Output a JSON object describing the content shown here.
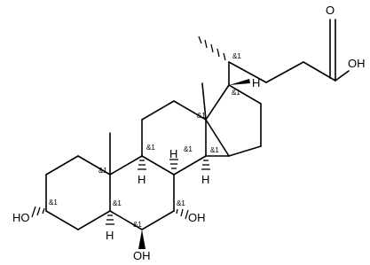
{
  "atoms": {
    "carbonyl_oxygen": "O",
    "acid_oh": "OH",
    "oh_3": "HO",
    "oh_7": "OH",
    "oh_6": "OH",
    "h_17": "H",
    "h_8": "H",
    "h_9": "H",
    "h_14": "H",
    "h_5": "H"
  },
  "stereo_labels": {
    "c20": "&1",
    "c17": "&1",
    "c13": "&1",
    "c10": "&1",
    "c9": "&1",
    "c8": "&1",
    "c14": "&1",
    "c3": "&1",
    "c5": "&1",
    "c7": "&1",
    "c6": "&1"
  }
}
